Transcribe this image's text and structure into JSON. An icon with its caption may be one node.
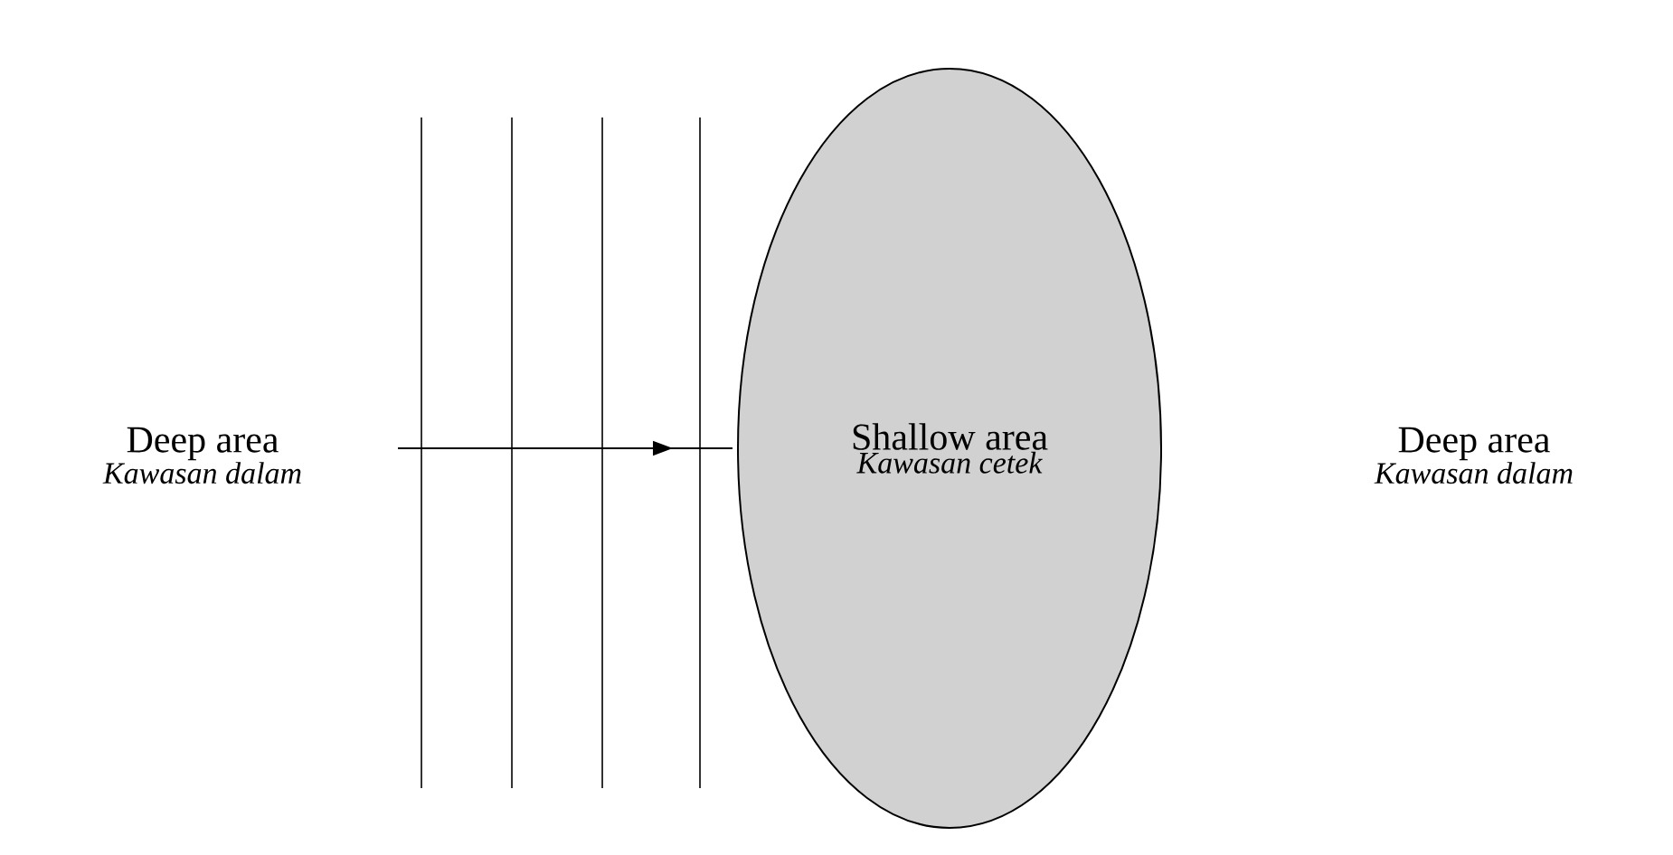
{
  "diagram": {
    "nodes": [
      {
        "text": [
          "Deep area",
          "Kawasan dalam"
        ]
      },
      {
        "text": [
          "Shallow area",
          "Kawasan cetek"
        ]
      },
      {
        "text": [
          "Deep area",
          "Kawasan dalam"
        ]
      }
    ]
  }
}
